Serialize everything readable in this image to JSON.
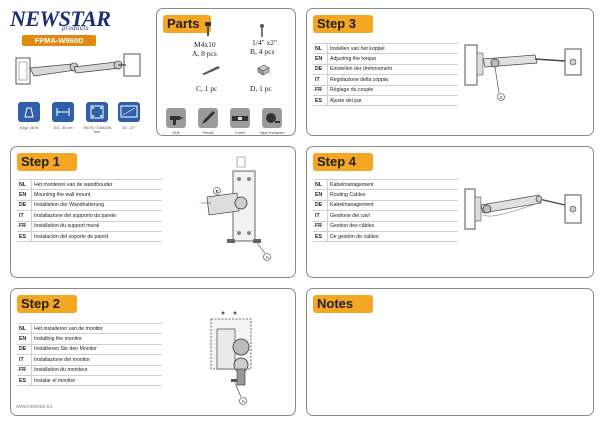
{
  "brand": {
    "name": "NEWSTAR",
    "sub": "products",
    "model": "FPMA-W960D"
  },
  "specs": [
    {
      "icon": "weight-icon",
      "label": "8 kg / 18 lb"
    },
    {
      "icon": "arm-length-icon",
      "label": "8.5 - 40 cm"
    },
    {
      "icon": "vesa-icon",
      "label": "75x75 / 100x100 mm"
    },
    {
      "icon": "screen-size-icon",
      "label": "10 - 27\""
    }
  ],
  "tools": [
    {
      "icon": "drill-icon",
      "label": "Drill"
    },
    {
      "icon": "pencil-icon",
      "label": "Pencil"
    },
    {
      "icon": "level-icon",
      "label": "Level"
    },
    {
      "icon": "tape-measure-icon",
      "label": "Tape measure"
    }
  ],
  "parts": {
    "title": "Parts",
    "items": [
      {
        "size": "M4x10",
        "qty": "A, 8 pcs"
      },
      {
        "size": "1/4\" x2\"",
        "qty": "B, 4 pcs"
      },
      {
        "size": "",
        "qty": "C, 1 pc"
      },
      {
        "size": "",
        "qty": "D, 1 pc"
      }
    ]
  },
  "step1": {
    "title": "Step 1",
    "rows": [
      {
        "code": "NL",
        "text": "Het monteren van de wandhouder"
      },
      {
        "code": "EN",
        "text": "Mounting the wall mount"
      },
      {
        "code": "DE",
        "text": "Installation der Wandhalterung"
      },
      {
        "code": "IT",
        "text": "Installazione del supporto da parete"
      },
      {
        "code": "FR",
        "text": "Installation du support mural"
      },
      {
        "code": "ES",
        "text": "Instalación del soporte de pared"
      }
    ],
    "callouts": [
      "B",
      "A"
    ]
  },
  "step2": {
    "title": "Step 2",
    "rows": [
      {
        "code": "NL",
        "text": "Het installeren van de monitor"
      },
      {
        "code": "EN",
        "text": "Installing the monitor"
      },
      {
        "code": "DE",
        "text": "Installieren Sie den Monitor"
      },
      {
        "code": "IT",
        "text": "Installazione del monitor"
      },
      {
        "code": "FR",
        "text": "Installation du moniteur"
      },
      {
        "code": "ES",
        "text": "Instalar el monitor"
      }
    ],
    "callouts": [
      "A"
    ]
  },
  "step3": {
    "title": "Step 3",
    "rows": [
      {
        "code": "NL",
        "text": "Instellen van het koppel"
      },
      {
        "code": "EN",
        "text": "Adjusting the torque"
      },
      {
        "code": "DE",
        "text": "Einstellen der drehmoment"
      },
      {
        "code": "IT",
        "text": "Regolazione della coppia"
      },
      {
        "code": "FR",
        "text": "Réglage du couple"
      },
      {
        "code": "ES",
        "text": "Ajuste del par"
      }
    ],
    "callouts": [
      "C"
    ]
  },
  "step4": {
    "title": "Step 4",
    "rows": [
      {
        "code": "NL",
        "text": "Kabelmanagement"
      },
      {
        "code": "EN",
        "text": "Routing Cables"
      },
      {
        "code": "DE",
        "text": "Kabelmanagement"
      },
      {
        "code": "IT",
        "text": "Gestione dei cavi"
      },
      {
        "code": "FR",
        "text": "Gestion des câbles"
      },
      {
        "code": "ES",
        "text": "De gestión de cables"
      }
    ]
  },
  "notes": {
    "title": "Notes"
  },
  "footer": {
    "url": "www.newstar.eu"
  },
  "colors": {
    "accent": "#f5a623",
    "brand": "#1d2f74",
    "spec": "#2f5fa8",
    "tool": "#9b9b9b"
  }
}
